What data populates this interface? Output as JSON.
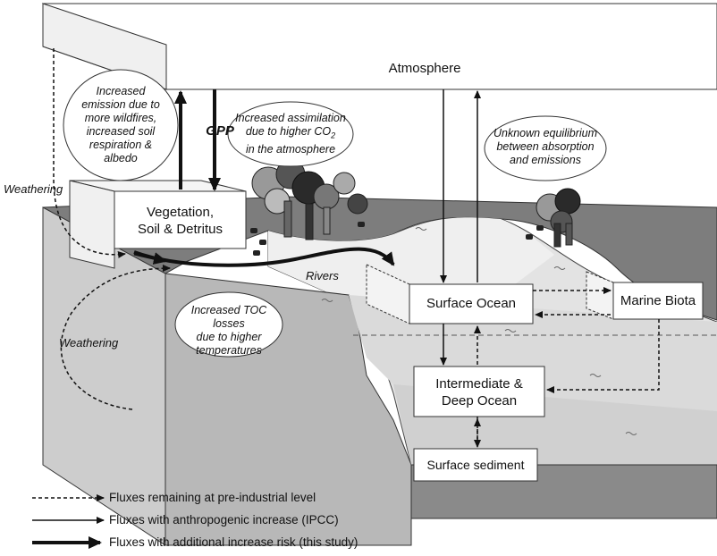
{
  "title": "",
  "boxes": {
    "atmosphere": "Atmosphere",
    "vegetation_line1": "Vegetation,",
    "vegetation_line2": "Soil & Detritus",
    "surface_ocean": "Surface Ocean",
    "marine_biota": "Marine Biota",
    "deep_ocean_line1": "Intermediate &",
    "deep_ocean_line2": "Deep Ocean",
    "sediment": "Surface sediment"
  },
  "labels": {
    "gpp": "GPP",
    "weathering_left": "Weathering",
    "weathering_inner": "Weathering",
    "rivers": "Rivers"
  },
  "bubbles": {
    "emission": [
      "Increased",
      "emission due to",
      "more wildfires,",
      "increased soil",
      "respiration &",
      "albedo"
    ],
    "assimilation": [
      "Increased assimilation",
      "due to higher CO",
      "in the atmosphere"
    ],
    "assimilation_subscript": "2",
    "equilibrium": [
      "Unknown equilibrium",
      "between absorption",
      "and emissions"
    ],
    "toc": [
      "Increased TOC losses",
      "due to higher",
      "temperatures"
    ]
  },
  "legend": [
    {
      "style": "dotted",
      "text": "Fluxes remaining at pre-industrial level"
    },
    {
      "style": "thin",
      "text": "Fluxes with anthropogenic increase (IPCC)"
    },
    {
      "style": "thick",
      "text": "Fluxes with additional increase risk (this study)"
    }
  ],
  "colors": {
    "land_top": "#7d7d7d",
    "land_front": "#c9c9c9",
    "ocean_top": "#e3e3e3",
    "ocean_front": "#b3b3b3",
    "deep_front": "#d6d6d6",
    "sediment_band": "#8a8a8a",
    "box_fill": "#ffffff",
    "outline": "#333333"
  }
}
